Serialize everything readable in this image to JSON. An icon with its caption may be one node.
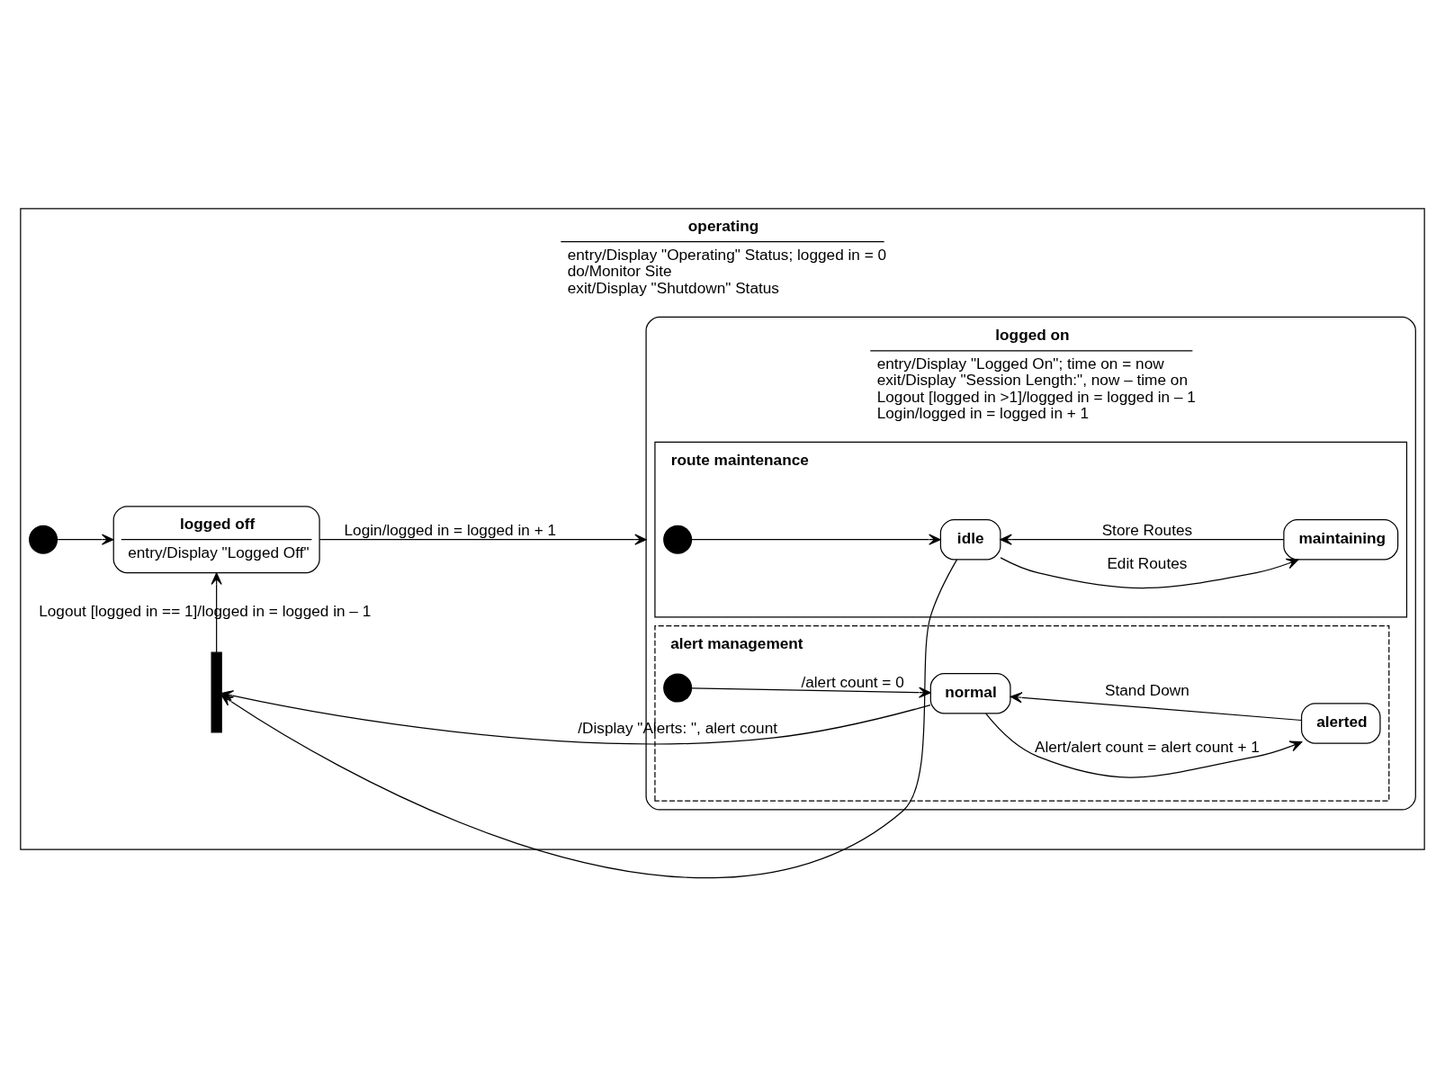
{
  "diagram": {
    "nodes": [
      {
        "text": [
          "operating",
          "entry/Display \"Operating\" Status; logged in = 0",
          "do/Monitor Site",
          "exit/Display \"Shutdown\" Status"
        ]
      },
      {
        "text": [],
        "shape": "circle",
        "in": 0
      },
      {
        "text": [
          "logged off",
          "entry/Display \"Logged Off\""
        ],
        "in": 0
      },
      {
        "text": [
          "logged on",
          "entry/Display \"Logged On\"; time on = now",
          "exit/Display \"Session Length:\", now – time on",
          "Logout [logged in >1]/logged in = logged in – 1",
          "Login/logged in = logged in + 1"
        ],
        "in": 0
      },
      {
        "text": [
          "route maintenance"
        ],
        "in": 3
      },
      {
        "text": [],
        "shape": "circle",
        "in": 4
      },
      {
        "text": [
          "idle"
        ],
        "in": 4
      },
      {
        "text": [
          "maintaining"
        ],
        "in": 4
      },
      {
        "text": [
          "alert management"
        ],
        "in": 3
      },
      {
        "text": [],
        "shape": "circle",
        "in": 8
      },
      {
        "text": [
          "normal"
        ],
        "in": 8
      },
      {
        "text": [
          "alerted"
        ],
        "in": 8
      },
      {
        "text": [],
        "shape": "bar",
        "in": 0
      }
    ],
    "edges": [
      {
        "from": 1,
        "to": 2,
        "arrow": "to"
      },
      {
        "from": 2,
        "to": 3,
        "arrow": "to",
        "label": "Login/logged in = logged in + 1"
      },
      {
        "from": 5,
        "to": 6,
        "arrow": "to"
      },
      {
        "from": 6,
        "to": 7,
        "arrow": "to",
        "label": "Edit Routes"
      },
      {
        "from": 7,
        "to": 6,
        "arrow": "to",
        "label": "Store Routes"
      },
      {
        "from": 9,
        "to": 10,
        "arrow": "to",
        "label": "/alert count = 0"
      },
      {
        "from": 10,
        "to": 11,
        "arrow": "to",
        "label": "Alert/alert count = alert count + 1"
      },
      {
        "from": 11,
        "to": 10,
        "arrow": "to",
        "label": "Stand Down"
      },
      {
        "from": 6,
        "to": 12,
        "arrow": "to"
      },
      {
        "from": 10,
        "to": 12,
        "arrow": "to",
        "label": "/Display \"Alerts: \", alert count"
      },
      {
        "from": 12,
        "to": 2,
        "arrow": "to",
        "label": "Logout [logged in == 1]/logged in = logged in – 1"
      }
    ]
  }
}
